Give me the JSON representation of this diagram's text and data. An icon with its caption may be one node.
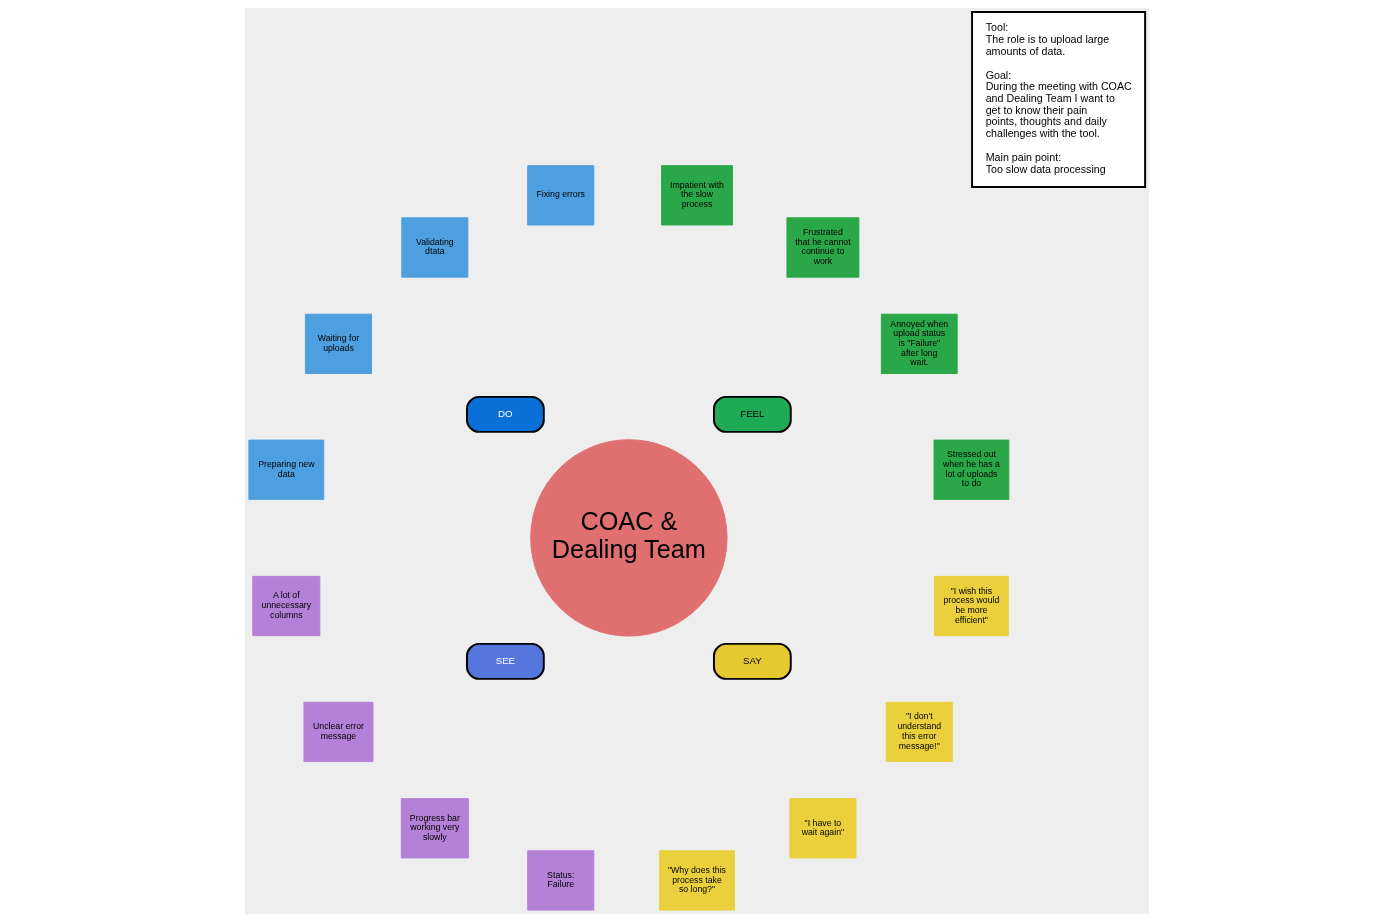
{
  "diagram": {
    "nodes": [
      {
        "text": [
          "Tool:",
          "The role is to upload large amounts of data.",
          "Goal:",
          "During the meeting with COAC and Dealing Team I want to get to know their pain points, thoughts and daily challenges with the tool.",
          "Main pain point:",
          "Too slow data processing"
        ]
      },
      {
        "text": [
          "Stressed out when he has a lot of uploads to do"
        ]
      },
      {
        "text": [
          "Annoyed when upload status is \"Failure\" after long wait."
        ]
      },
      {
        "text": [
          "FEEL"
        ]
      },
      {
        "text": [
          "Frustrated that he cannot continue to work"
        ]
      },
      {
        "text": [
          "Impatient with the slow process"
        ]
      },
      {
        "text": [
          "Fixing errors"
        ]
      },
      {
        "text": [
          "A lot of unnecessary columns"
        ]
      },
      {
        "text": [
          "Validating dtata"
        ]
      },
      {
        "text": [
          "Unclear error message"
        ]
      },
      {
        "text": [
          "COAC & Dealing Team"
        ]
      },
      {
        "text": [
          "DO"
        ]
      },
      {
        "text": [
          "SEE"
        ]
      },
      {
        "text": [
          "Waiting for uploads"
        ]
      },
      {
        "text": [
          "Progress bar working very slowly"
        ]
      },
      {
        "text": [
          "Preparing new data"
        ]
      },
      {
        "text": [
          "Status: Failure"
        ]
      },
      {
        "text": [
          "\"Why does this process take so long?\""
        ]
      },
      {
        "text": [
          "\"I have to wait again\""
        ]
      },
      {
        "text": [
          "SAY"
        ]
      },
      {
        "text": [
          "\"I don't understand this error message!\""
        ]
      },
      {
        "text": [
          "\"I wish this process would be more efficient\""
        ]
      }
    ]
  }
}
